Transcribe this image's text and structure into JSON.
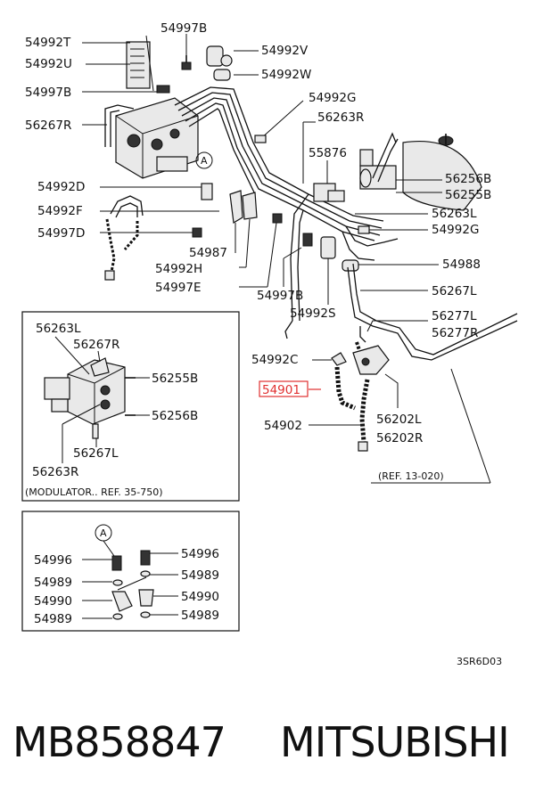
{
  "labels": {
    "l54992T": "54992T",
    "l54992U": "54992U",
    "l54997B_top": "54997B",
    "l54997B_left": "54997B",
    "l54992V": "54992V",
    "l54992W": "54992W",
    "l54992G_top": "54992G",
    "l56263R_top": "56263R",
    "l56267R_top": "56267R",
    "l55876": "55876",
    "l56256B": "56256B",
    "l56255B": "56255B",
    "l54992D": "54992D",
    "l54992F": "54992F",
    "l54997D": "54997D",
    "l56263L": "56263L",
    "l54992G_mid": "54992G",
    "l54987": "54987",
    "l54992H": "54992H",
    "l54988": "54988",
    "l54997E": "54997E",
    "l54997B_mid": "54997B",
    "l56267L": "56267L",
    "l54992S": "54992S",
    "l56277L": "56277L",
    "l56277R": "56277R",
    "l54992C": "54992C",
    "l54901": "54901",
    "l56202L": "56202L",
    "l56202R": "56202R",
    "l54902": "54902",
    "ref13": "(REF. 13-020)",
    "circleA": "A",
    "circleA2": "A",
    "code": "3SR6D03"
  },
  "modulator": {
    "l56263L": "56263L",
    "l56267R": "56267R",
    "l56255B": "56255B",
    "l56256B": "56256B",
    "l56267L": "56267L",
    "l56263R": "56263R",
    "caption": "(MODULATOR.. REF. 35-750)"
  },
  "detail": {
    "l54996_left": "54996",
    "l54996_right": "54996",
    "l54989_1": "54989",
    "l54989_2": "54989",
    "l54990_left": "54990",
    "l54990_right": "54990",
    "l54989_3": "54989",
    "l54989_4": "54989"
  },
  "footer": {
    "part_number": "MB858847",
    "brand": "MITSUBISHI"
  },
  "highlight_color": "#e03030"
}
